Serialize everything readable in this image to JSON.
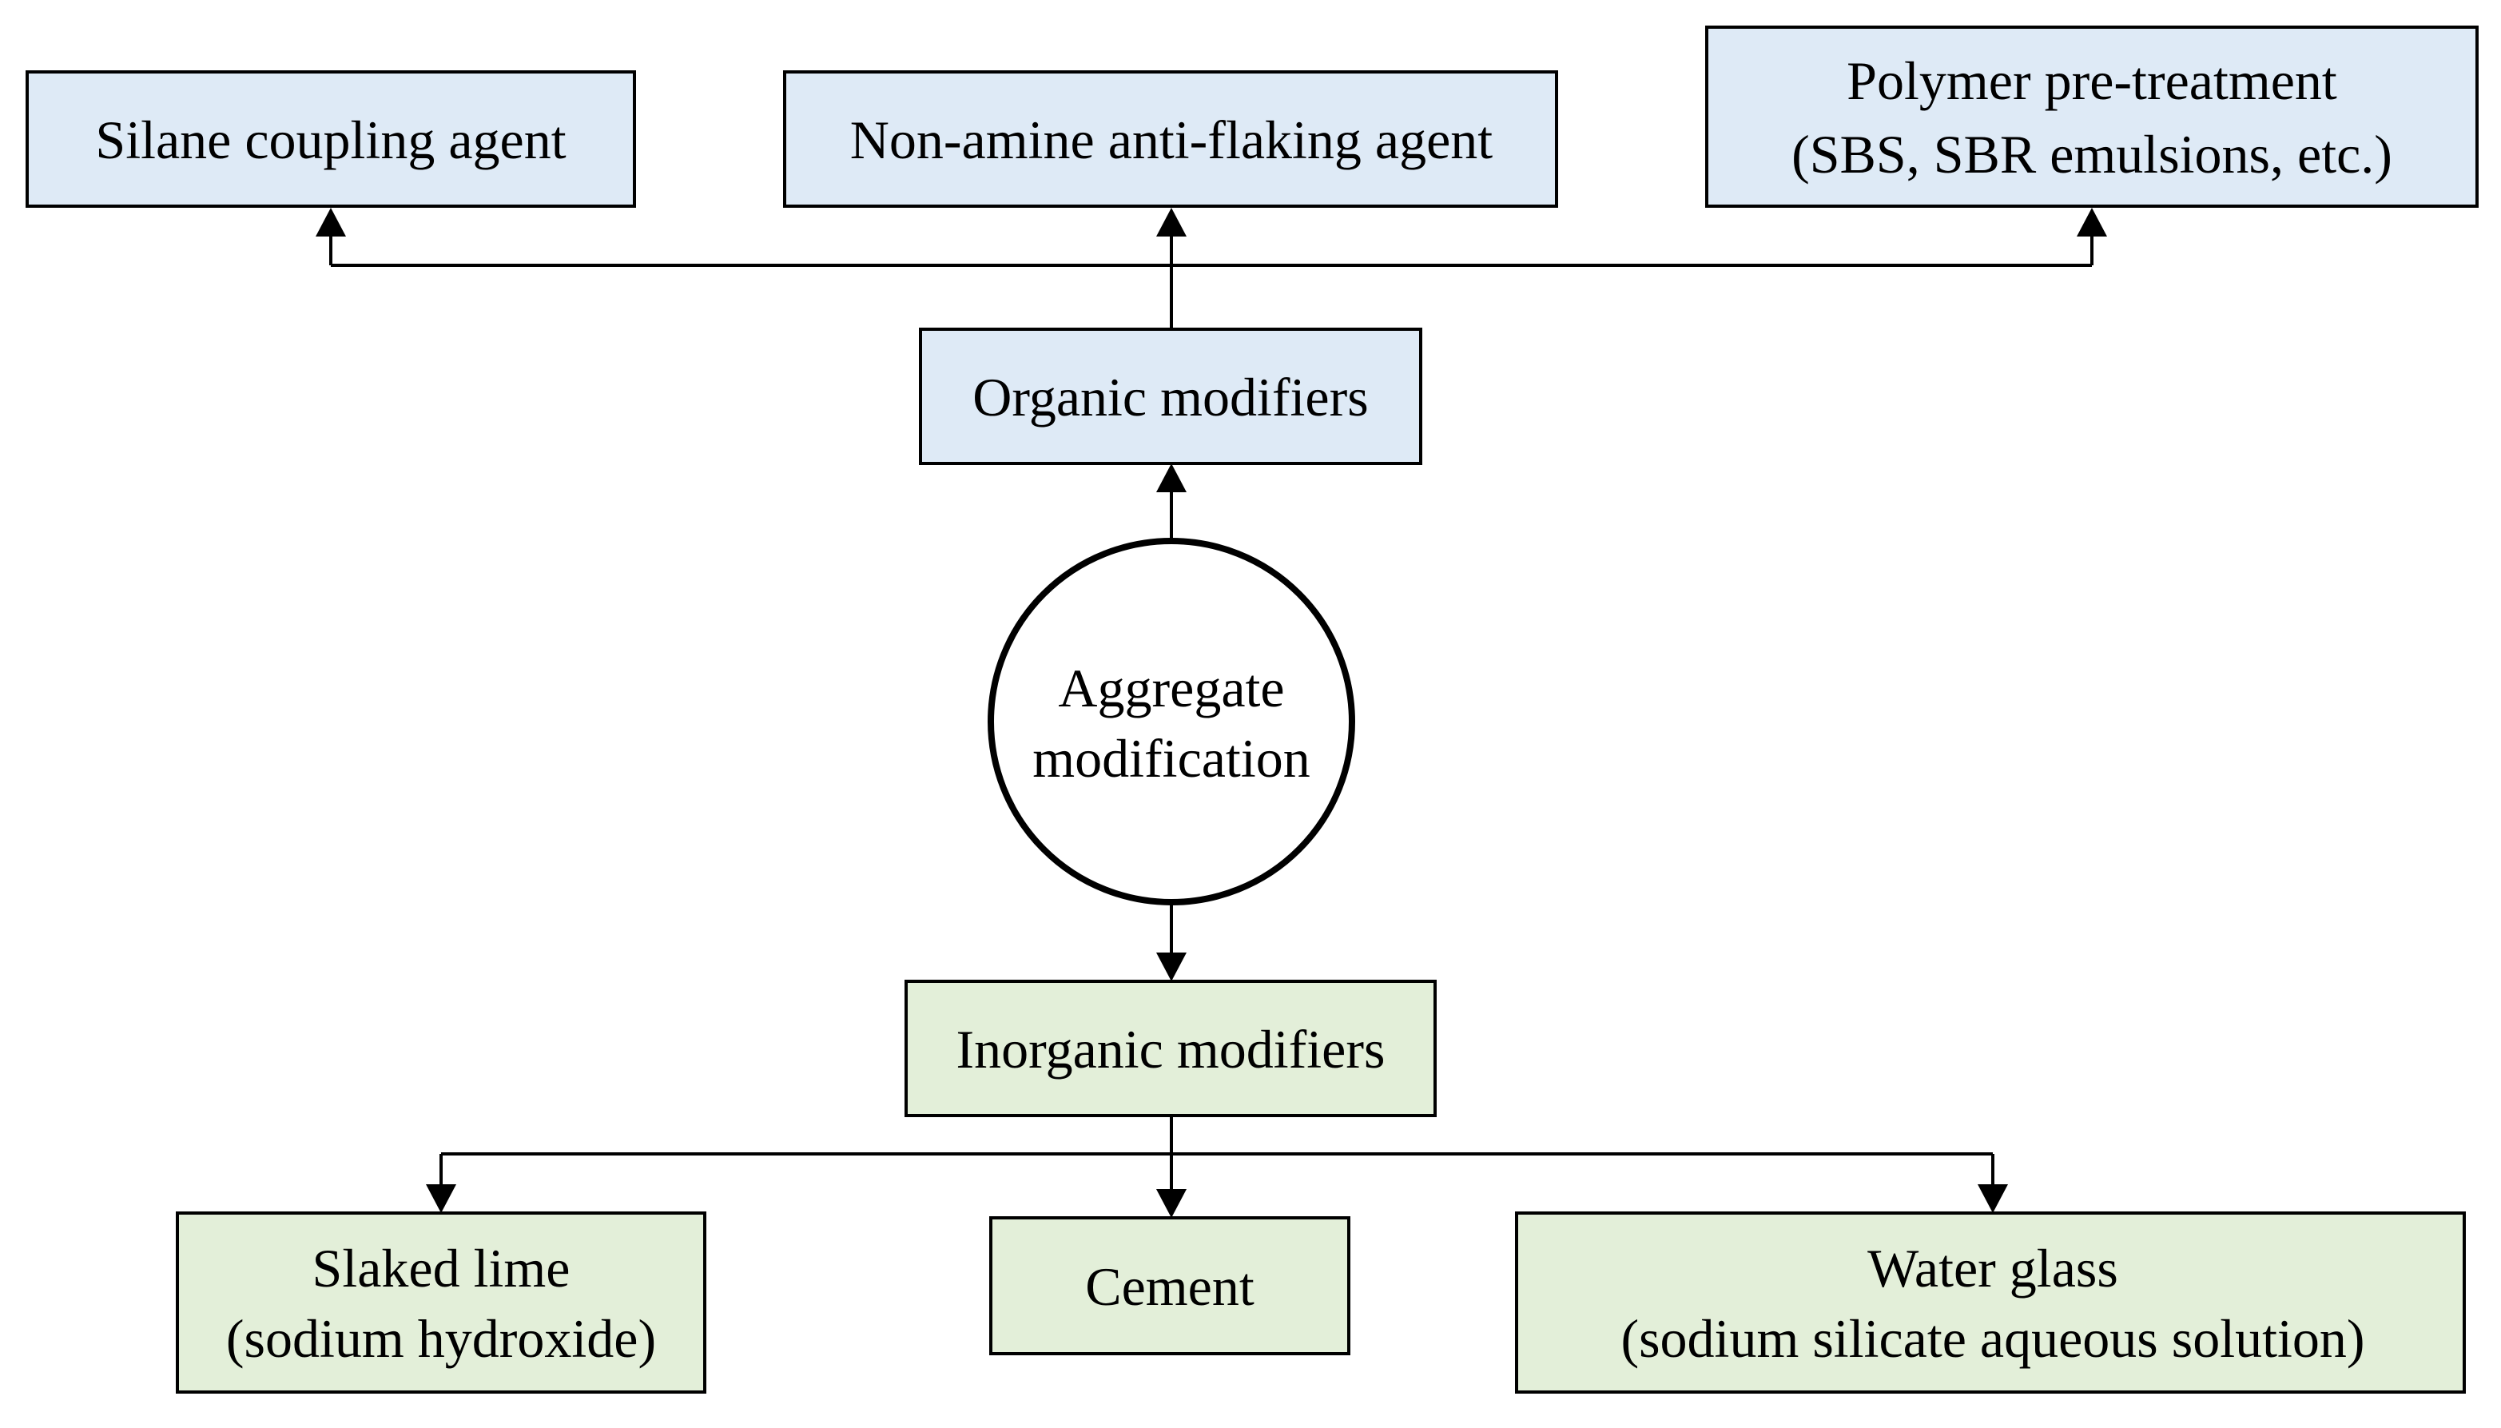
{
  "center": {
    "line1": "Aggregate",
    "line2": "modification"
  },
  "organic": {
    "label": "Organic modifiers",
    "color": "#deeaf6",
    "children": [
      {
        "line1": "Silane coupling agent"
      },
      {
        "line1": "Non-amine anti-flaking agent"
      },
      {
        "line1": "Polymer pre-treatment",
        "line2": "(SBS, SBR emulsions, etc.)"
      }
    ]
  },
  "inorganic": {
    "label": "Inorganic modifiers",
    "color": "#e3efd9",
    "children": [
      {
        "line1": "Slaked lime",
        "line2": "(sodium hydroxide)"
      },
      {
        "line1": "Cement"
      },
      {
        "line1": "Water glass",
        "line2": "(sodium silicate aqueous solution)"
      }
    ]
  }
}
